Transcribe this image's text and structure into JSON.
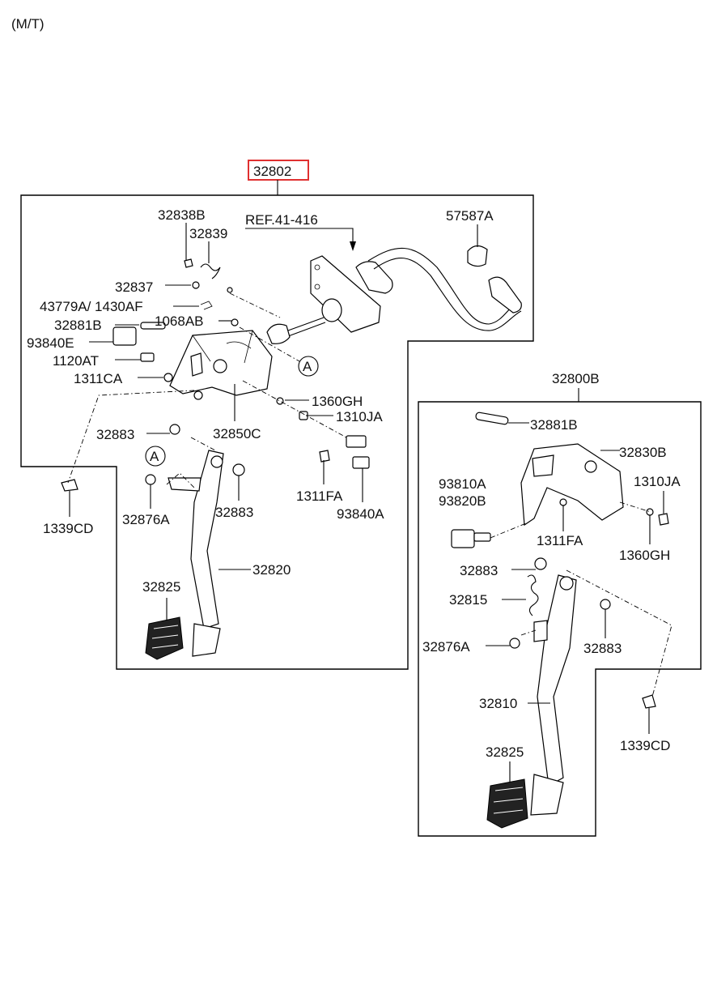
{
  "header": {
    "variant": "(M/T)"
  },
  "highlight_color": "#e03030",
  "assembly_left": {
    "title": "32802",
    "labels": {
      "l32838b": "32838B",
      "l32839": "32839",
      "ref": "REF.41-416",
      "l57587a": "57587A",
      "l32837": "32837",
      "l43779a": "43779A/ 1430AF",
      "l32881b": "32881B",
      "l1068ab": "1068AB",
      "l93840e": "93840E",
      "l1120at": "1120AT",
      "l1311ca": "1311CA",
      "l1360gh": "1360GH",
      "l1310ja": "1310JA",
      "l32883a": "32883",
      "l32850c": "32850C",
      "l1311fa": "1311FA",
      "l93840a": "93840A",
      "l32876a": "32876A",
      "l32883b": "32883",
      "l1339cd": "1339CD",
      "l32820": "32820",
      "l32825": "32825",
      "ref_a1": "A",
      "ref_a2": "A"
    }
  },
  "assembly_right": {
    "title": "32800B",
    "labels": {
      "l32881b": "32881B",
      "l32830b": "32830B",
      "l93810a": "93810A",
      "l93820b": "93820B",
      "l1310ja": "1310JA",
      "l1311fa": "1311FA",
      "l1360gh": "1360GH",
      "l32883a": "32883",
      "l32815": "32815",
      "l32876a": "32876A",
      "l32883b": "32883",
      "l32810": "32810",
      "l1339cd": "1339CD",
      "l32825": "32825"
    }
  }
}
